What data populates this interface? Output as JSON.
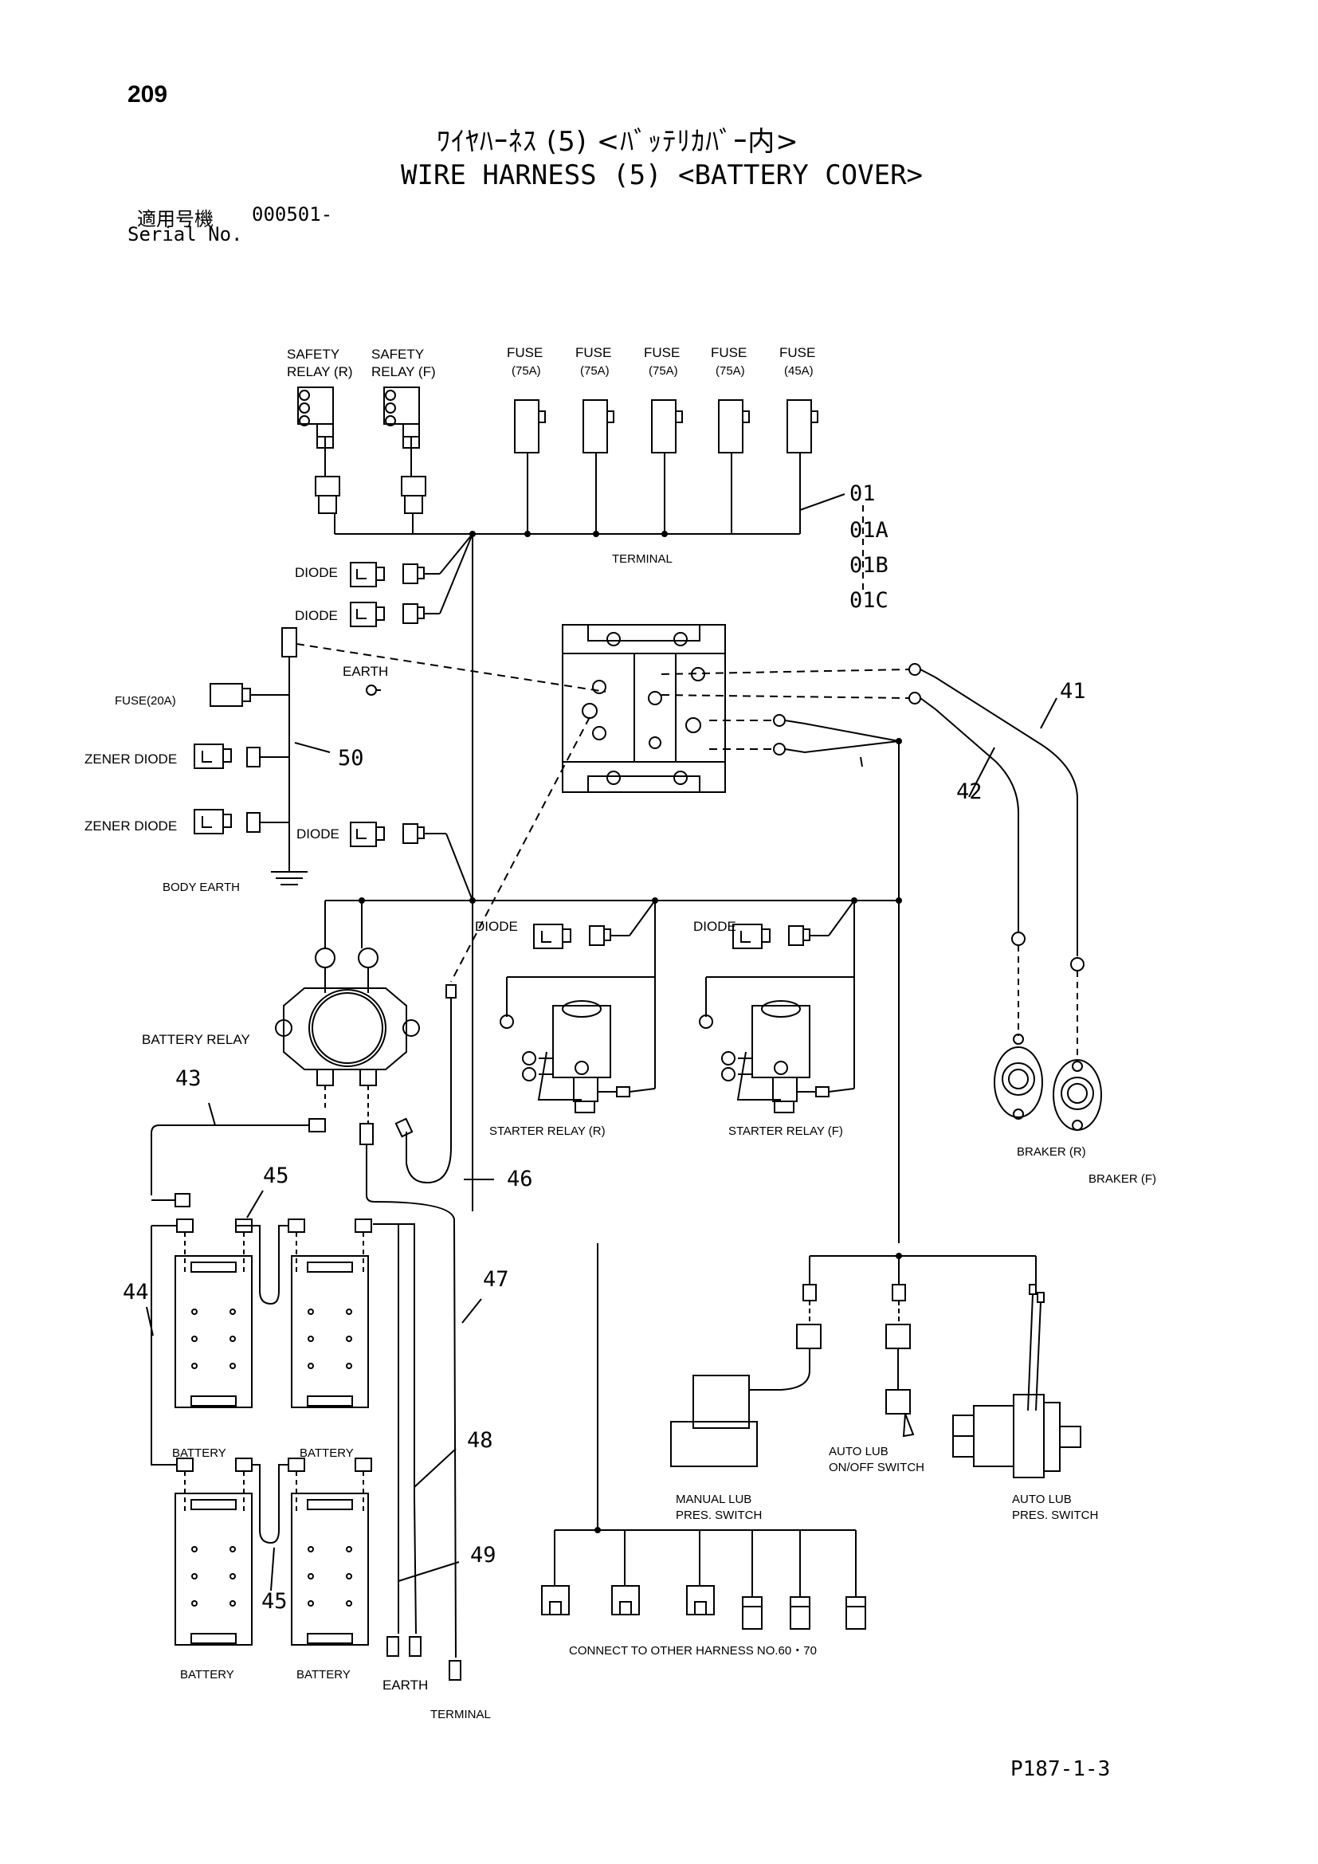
{
  "header": {
    "page_number": "209",
    "title_jp": "ﾜｲﾔﾊｰﾈｽ (5) <ﾊﾞｯﾃﾘｶﾊﾞｰ内>",
    "title_en": "WIRE HARNESS (5) <BATTERY COVER>",
    "serial_label_jp": "適用号機",
    "serial_value": "000501-",
    "serial_label_en": "Serial No."
  },
  "footer": {
    "figure_code": "P187-1-3"
  },
  "labels": {
    "safety_relay_r": [
      "SAFETY",
      "RELAY (R)"
    ],
    "safety_relay_f": [
      "SAFETY",
      "RELAY (F)"
    ],
    "fuses": [
      {
        "line1": "FUSE",
        "line2": "(75A)"
      },
      {
        "line1": "FUSE",
        "line2": "(75A)"
      },
      {
        "line1": "FUSE",
        "line2": "(75A)"
      },
      {
        "line1": "FUSE",
        "line2": "(75A)"
      },
      {
        "line1": "FUSE",
        "line2": "(45A)"
      }
    ],
    "terminal_top": "TERMINAL",
    "diode": "DIODE",
    "earth_top": "EARTH",
    "fuse_20a": "FUSE(20A)",
    "zener_diode": "ZENER DIODE",
    "body_earth": "BODY EARTH",
    "battery_relay": "BATTERY RELAY",
    "starter_relay_r": "STARTER RELAY (R)",
    "starter_relay_f": "STARTER RELAY (F)",
    "braker_r": "BRAKER (R)",
    "braker_f": "BRAKER (F)",
    "battery": "BATTERY",
    "earth_bottom": "EARTH",
    "terminal_bottom": "TERMINAL",
    "manual_lub": [
      "MANUAL LUB",
      "PRES. SWITCH"
    ],
    "auto_lub_onoff": [
      "AUTO LUB",
      "ON/OFF SWITCH"
    ],
    "auto_lub_pres": [
      "AUTO LUB",
      "PRES. SWITCH"
    ],
    "connect_other": "CONNECT TO OTHER HARNESS NO.60・70"
  },
  "callouts": {
    "c01": "01",
    "c01a": "01A",
    "c01b": "01B",
    "c01c": "01C",
    "c41": "41",
    "c42": "42",
    "c43": "43",
    "c44": "44",
    "c45": "45",
    "c46": "46",
    "c47": "47",
    "c48": "48",
    "c49": "49",
    "c50": "50"
  }
}
